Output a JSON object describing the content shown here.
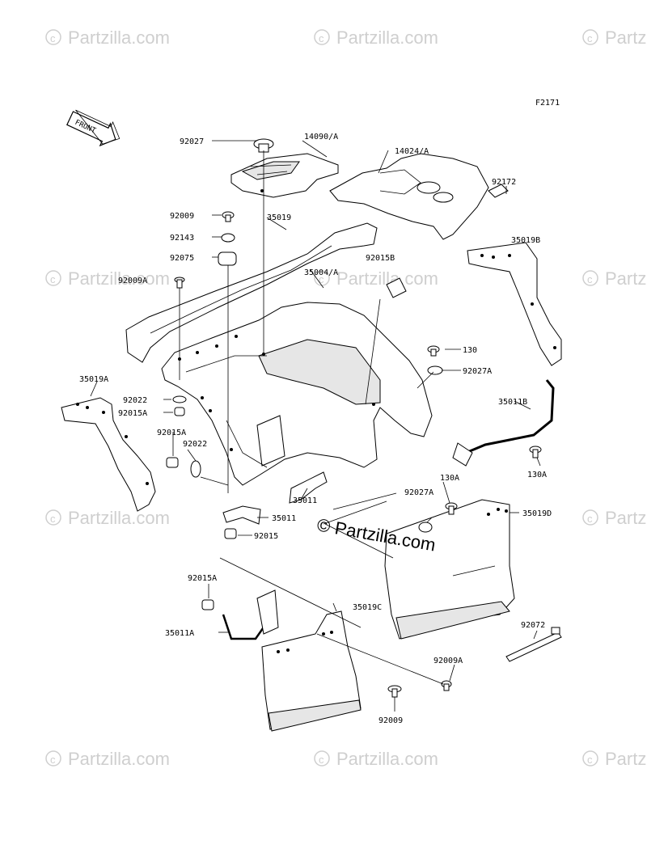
{
  "diagram": {
    "figure_code": "F2171",
    "front_label": "FRONT",
    "center_watermark": "© Partzilla.com",
    "watermark_text": "Partzilla.com"
  },
  "labels": [
    {
      "id": "l-92027",
      "text": "92027"
    },
    {
      "id": "l-14090",
      "text": "14090/A"
    },
    {
      "id": "l-14024",
      "text": "14024/A"
    },
    {
      "id": "l-92172",
      "text": "92172"
    },
    {
      "id": "l-92009",
      "text": "92009"
    },
    {
      "id": "l-35019",
      "text": "35019"
    },
    {
      "id": "l-92143",
      "text": "92143"
    },
    {
      "id": "l-35019B",
      "text": "35019B"
    },
    {
      "id": "l-92075",
      "text": "92075"
    },
    {
      "id": "l-92015B",
      "text": "92015B"
    },
    {
      "id": "l-92009A-top",
      "text": "92009A"
    },
    {
      "id": "l-35004",
      "text": "35004/A"
    },
    {
      "id": "l-130",
      "text": "130"
    },
    {
      "id": "l-92027A-top",
      "text": "92027A"
    },
    {
      "id": "l-35019A",
      "text": "35019A"
    },
    {
      "id": "l-35011B",
      "text": "35011B"
    },
    {
      "id": "l-92022-top",
      "text": "92022"
    },
    {
      "id": "l-92015A-top",
      "text": "92015A"
    },
    {
      "id": "l-92015A-mid",
      "text": "92015A"
    },
    {
      "id": "l-92022-mid",
      "text": "92022"
    },
    {
      "id": "l-130A-right",
      "text": "130A"
    },
    {
      "id": "l-130A-mid",
      "text": "130A"
    },
    {
      "id": "l-35011-right",
      "text": "35011"
    },
    {
      "id": "l-92027A-mid",
      "text": "92027A"
    },
    {
      "id": "l-35019D",
      "text": "35019D"
    },
    {
      "id": "l-35011-left",
      "text": "35011"
    },
    {
      "id": "l-92015",
      "text": "92015"
    },
    {
      "id": "l-92015A-bot",
      "text": "92015A"
    },
    {
      "id": "l-35019C",
      "text": "35019C"
    },
    {
      "id": "l-92072",
      "text": "92072"
    },
    {
      "id": "l-35011A",
      "text": "35011A"
    },
    {
      "id": "l-92009A-bot",
      "text": "92009A"
    },
    {
      "id": "l-92009-bot",
      "text": "92009"
    }
  ]
}
